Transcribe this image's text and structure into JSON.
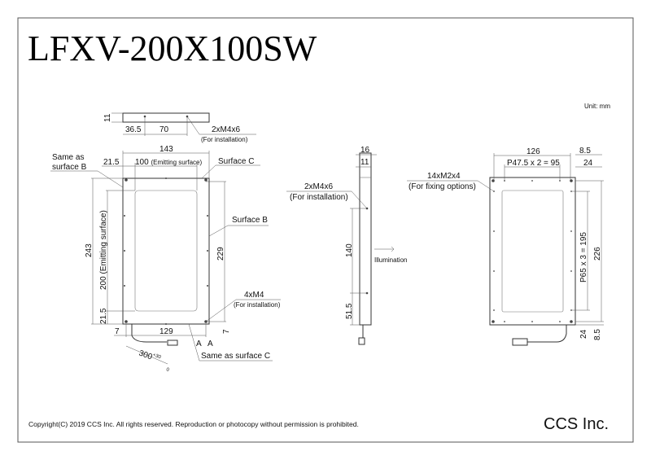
{
  "title": "LFXV-200X100SW",
  "unit": "Unit: mm",
  "copyright": "Copyright(C) 2019 CCS Inc. All rights reserved. Reproduction or photocopy without permission is prohibited.",
  "company": "CCS Inc.",
  "top_view": {
    "d11": "11",
    "d36_5": "36.5",
    "d70": "70",
    "hole_label": "2xM4x6",
    "hole_note": "(For installation)"
  },
  "front_view": {
    "d143": "143",
    "d21_5_top": "21.5",
    "d100": "100",
    "d100_note": "(Emitting surface)",
    "same_b_1": "Same as",
    "same_b_2": "surface B",
    "surface_c": "Surface C",
    "surface_b": "Surface B",
    "d243": "243",
    "d200": "200 (Emitting surface)",
    "d229": "229",
    "d21_5_bottom": "21.5",
    "hole_label": "4xM4",
    "hole_note": "(For installation)",
    "d7_left": "7",
    "d129": "129",
    "d7_right": "7",
    "a1": "A",
    "a2": "A",
    "cable": "300",
    "cable_tol_upper": "+30",
    "cable_tol_lower": "0",
    "same_c": "Same as surface C"
  },
  "side_view": {
    "d16": "16",
    "d11": "11",
    "hole_label": "2xM4x6",
    "hole_note": "(For installation)",
    "d140": "140",
    "d51_5": "51.5",
    "illumination": "Illumination"
  },
  "back_view": {
    "d126": "126",
    "d8_5_top": "8.5",
    "pitch_x": "P47.5 x 2 = 95",
    "d24_top": "24",
    "hole_label": "14xM2x4",
    "hole_note": "(For fixing options)",
    "pitch_y": "P65 x 3 = 195",
    "d226": "226",
    "d24_bottom": "24",
    "d8_5_bottom": "8.5"
  }
}
